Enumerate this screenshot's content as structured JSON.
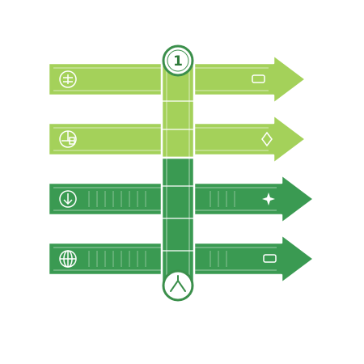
{
  "diagram": {
    "badge_top": "1",
    "colors": {
      "light_green": "#a4d15a",
      "light_green_edge": "#8fbf45",
      "dark_green": "#3a9a52",
      "dark_green_edge": "#2c8043",
      "outline": "#ffffff",
      "badge_ring": "#3b8f4b",
      "badge_fill": "#ffffff"
    },
    "arrows": [
      {
        "row": 1,
        "tone": "light",
        "left_icon": "gauge-icon",
        "right_icon": "battery-icon"
      },
      {
        "row": 2,
        "tone": "light",
        "left_icon": "chart-box-icon",
        "right_icon": "diamond-star-icon"
      },
      {
        "row": 3,
        "tone": "dark",
        "left_icon": "download-icon",
        "right_icon": "sparkle-icon"
      },
      {
        "row": 4,
        "tone": "dark",
        "left_icon": "globe-icon",
        "right_icon": "battery-icon"
      }
    ],
    "bottom_badge_icon": "chevron-up-icon"
  }
}
